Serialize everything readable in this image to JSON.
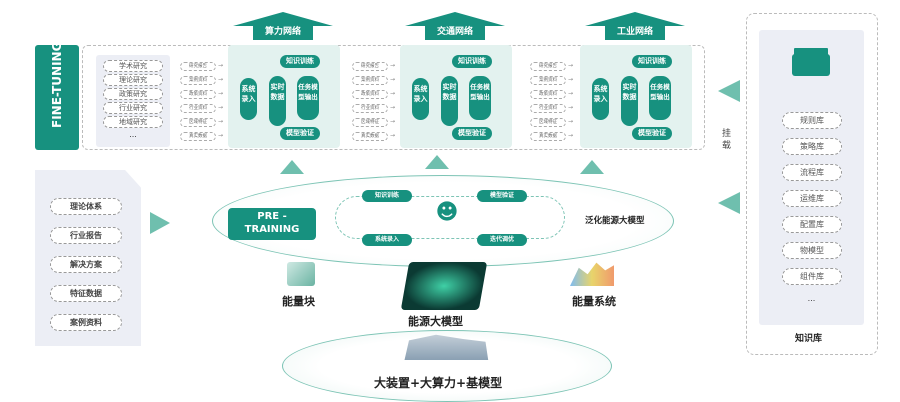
{
  "fine_tuning_label": "FINE-TUNING",
  "research_list": [
    "学术研究",
    "理论研究",
    "政策研究",
    "行业研究",
    "地域研究",
    "..."
  ],
  "data_sources": [
    "研究报告",
    "案例资料",
    "政策资料",
    "行业资料",
    "区域特征",
    "真实数据"
  ],
  "groups": [
    {
      "title": "算力网络"
    },
    {
      "title": "交通网络"
    },
    {
      "title": "工业网络"
    }
  ],
  "cycle": {
    "train": "知识训练",
    "input": "系统录入",
    "realtime": "实时数据",
    "output": "任务模型输出",
    "verify": "模型验证"
  },
  "mount_label": "挂载",
  "pretraining": {
    "label": "PRE - TRAINING",
    "steps": [
      "知识训练",
      "模型验证",
      "系统录入",
      "迭代调优"
    ],
    "model": "泛化能源大模型"
  },
  "doc_panel": [
    "理论体系",
    "行业报告",
    "解决方案",
    "特征数据",
    "案例资料"
  ],
  "bottom": {
    "block": "能量块",
    "model": "能源大模型",
    "system": "能量系统",
    "base": "大装置+大算力+基模型"
  },
  "knowledge": {
    "items": [
      "规则库",
      "策略库",
      "流程库",
      "运维库",
      "配置库",
      "物模型",
      "组件库",
      "..."
    ],
    "title": "知识库"
  },
  "colors": {
    "accent": "#17917f"
  }
}
